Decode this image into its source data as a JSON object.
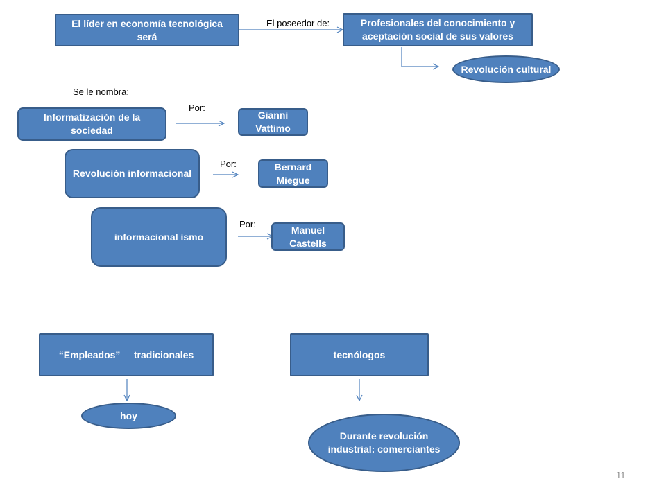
{
  "nodes": {
    "lider": "El líder en economía tecnológica  será",
    "profesionales": "Profesionales del conocimiento y aceptación social de sus valores",
    "revolucion_cultural": "Revolución cultural",
    "informatizacion": "Informatización de la sociedad",
    "gianni": "Gianni Vattimo",
    "revolucion_informacional": "Revolución informacional",
    "bernard": "Bernard Miegue",
    "informacionalismo": "informacional ismo",
    "manuel": "Manuel Castells",
    "empleados": "“Empleados”     tradicionales",
    "tecnologos": "tecnólogos",
    "hoy": "hoy",
    "durante": "Durante revolución industrial: comerciantes"
  },
  "labels": {
    "poseedor": "El poseedor de:",
    "se_le_nombra": "Se le nombra:",
    "por_1": "Por:",
    "por_2": "Por:",
    "por_3": "Por:"
  },
  "page_number": "11",
  "colors": {
    "node_fill": "#4f81bd",
    "node_border": "#385d8a",
    "connector": "#4f81bd"
  }
}
